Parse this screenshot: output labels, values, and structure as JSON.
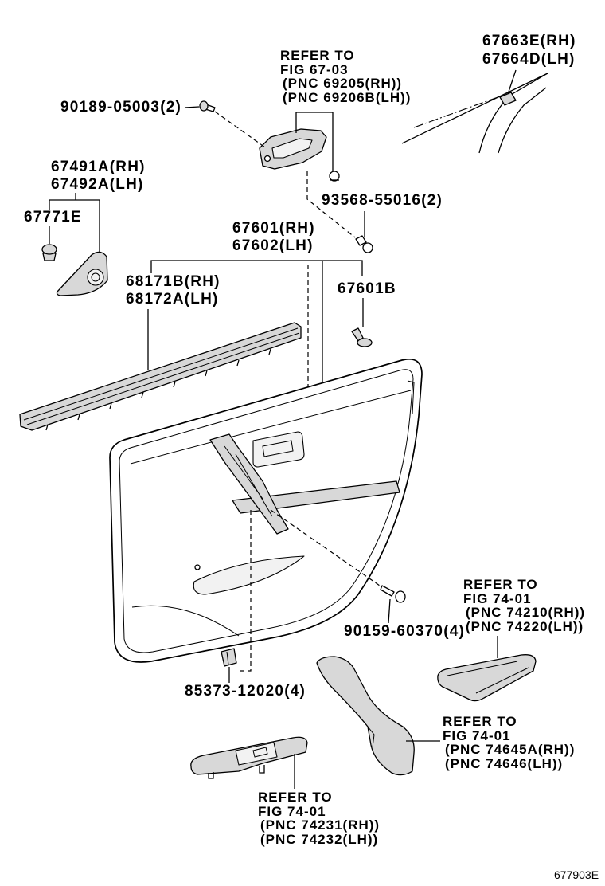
{
  "labels": {
    "inside_handle_ref": [
      "REFER TO",
      "FIG 67-03",
      "(PNC 69205(RH))",
      "(PNC 69206B(LH))"
    ],
    "corner_piece": [
      "67663E(RH)",
      "67664D(LH)"
    ],
    "handle_screw": "90189-05003(2)",
    "speaker_cover": [
      "67491A(RH)",
      "67492A(LH)"
    ],
    "cover_clip": "67771E",
    "trim_screw": "93568-55016(2)",
    "trim_board": [
      "67601(RH)",
      "67602(LH)"
    ],
    "weatherstrip": [
      "68171B(RH)",
      "68172A(LH)"
    ],
    "trim_clip": "67601B",
    "switch_bezel_ref": [
      "REFER TO",
      "FIG 74-01",
      "(PNC 74210(RH))",
      "(PNC 74220(LH))"
    ],
    "panel_screw": "90159-60370(4)",
    "panel_clip": "85373-12020(4)",
    "armrest_cover_ref": [
      "REFER TO",
      "FIG 74-01",
      "(PNC 74645A(RH))",
      "(PNC 74646(LH))"
    ],
    "window_switch_ref": [
      "REFER TO",
      "FIG 74-01",
      "(PNC 74231(RH))",
      "(PNC 74232(LH))"
    ]
  },
  "drawing_number": "677903E",
  "colors": {
    "ink": "#000000",
    "paper": "#ffffff",
    "shade": "#d8d8d8",
    "light": "#f2f2f2"
  }
}
